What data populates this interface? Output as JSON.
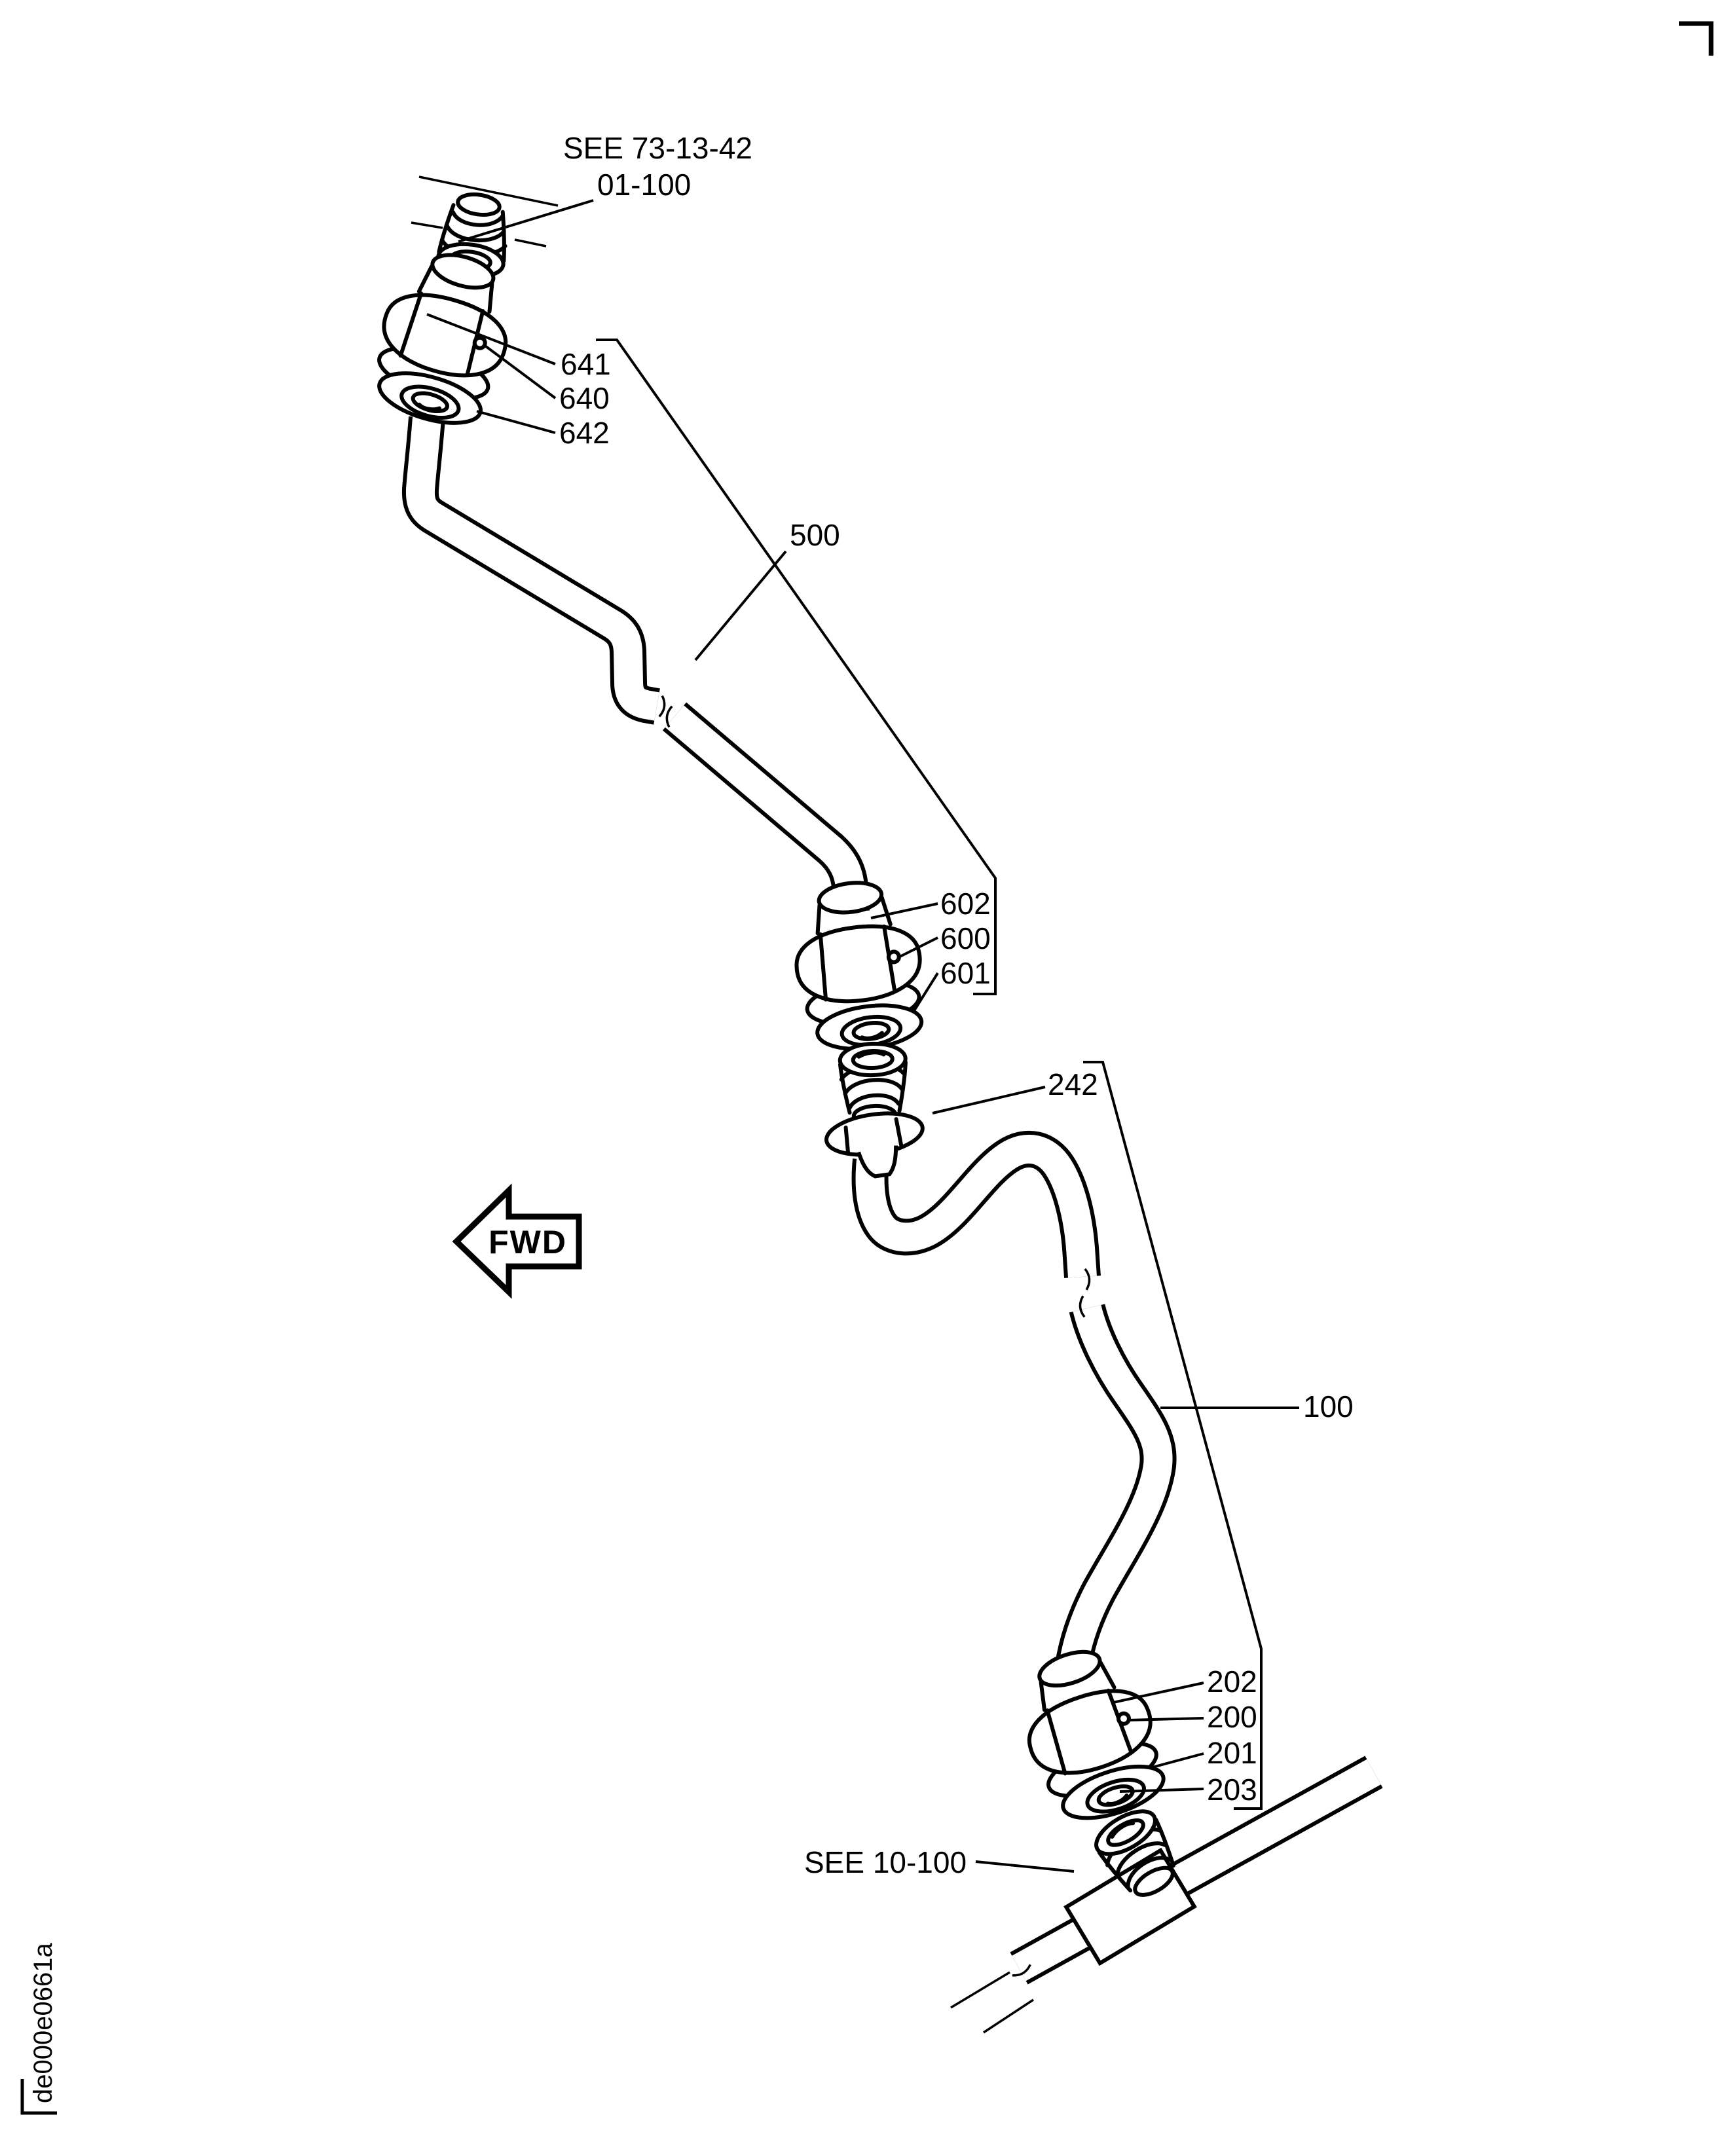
{
  "colors": {
    "ink": "#000000",
    "paper": "#ffffff"
  },
  "sheet": {
    "code": "de000e0661a"
  },
  "references": {
    "top_line1": "SEE 73-13-42",
    "top_line2": "01-100",
    "bottom": "SEE 10-100"
  },
  "direction_arrow": {
    "label": "FWD"
  },
  "callouts": {
    "upper_fitting_group": [
      "641",
      "640",
      "642"
    ],
    "tube_upper": "500",
    "middle_fitting_group": [
      "602",
      "600",
      "601"
    ],
    "union": "242",
    "tube_lower": "100",
    "lower_fitting_group": [
      "202",
      "200",
      "201",
      "203"
    ]
  }
}
